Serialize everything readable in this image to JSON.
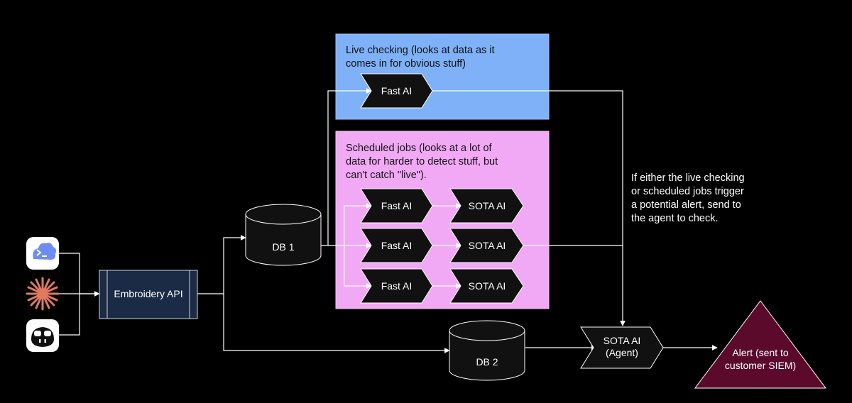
{
  "regions": {
    "live": {
      "label": "Live checking (looks at data as it comes in for obvious stuff)",
      "fill": "#7eb1f7"
    },
    "scheduled": {
      "label": "Scheduled jobs (looks at a lot of data for harder to detect stuff, but can't catch \"live\").",
      "fill": "#f2a9f5"
    }
  },
  "nodes": {
    "live_fast_ai": "Fast AI",
    "sched_fast_ai": [
      "Fast AI",
      "Fast AI",
      "Fast AI"
    ],
    "sched_sota_ai": [
      "SOTA AI",
      "SOTA AI",
      "SOTA AI"
    ],
    "embroidery_api": "Embroidery API",
    "db1": "DB 1",
    "db2": "DB 2",
    "agent_line1": "SOTA AI",
    "agent_line2": "(Agent)",
    "alert": "Alert (sent to customer SIEM)"
  },
  "note": "If either the live checking or scheduled jobs trigger a potential alert, send to the agent to check.",
  "sources": [
    {
      "icon": "cloud-terminal-icon"
    },
    {
      "icon": "starburst-icon"
    },
    {
      "icon": "copilot-icon"
    }
  ],
  "colors": {
    "background": "#000000",
    "node_fill": "#111111",
    "api_fill": "#1b2a45",
    "alert_fill": "#5c0a2c",
    "line": "#ffffff"
  }
}
